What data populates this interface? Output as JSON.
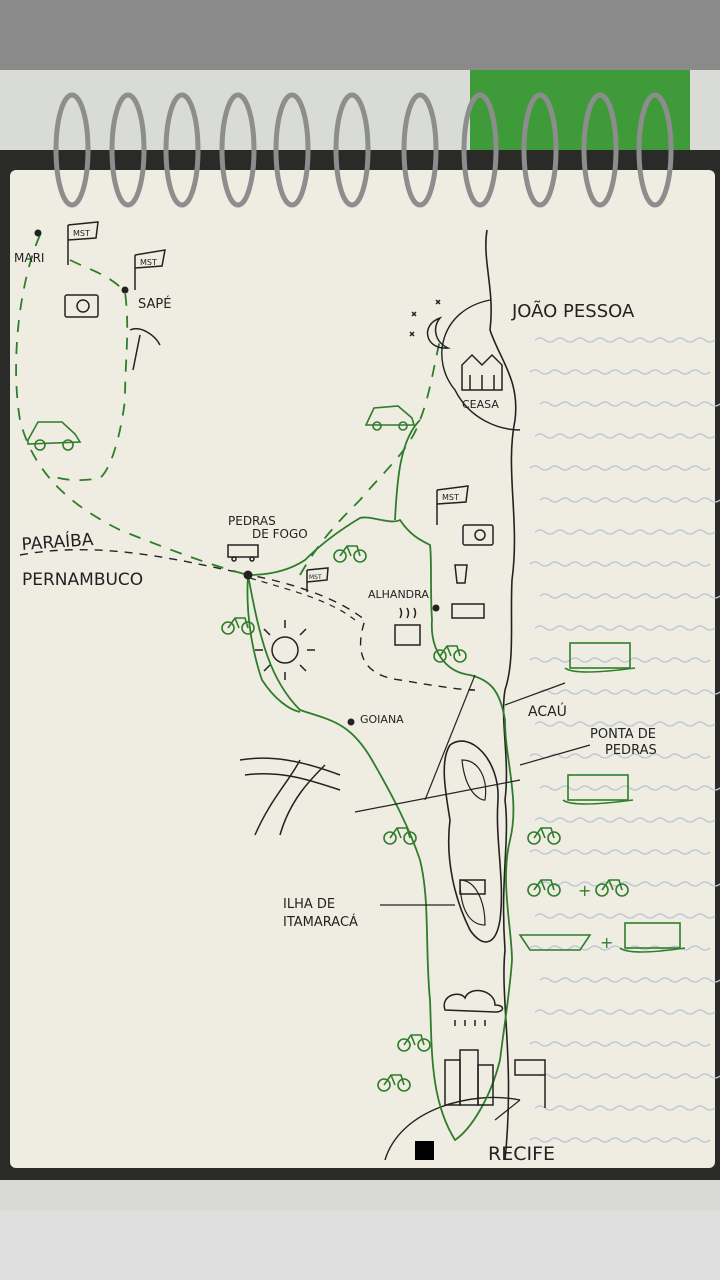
{
  "map": {
    "places": {
      "mari": "MARI",
      "sape": "SAPÉ",
      "paraiba": "PARAÍBA",
      "pernambuco": "PERNAMBUCO",
      "pedras_de_fogo_1": "PEDRAS",
      "pedras_de_fogo_2": "DE FOGO",
      "alhandra": "ALHANDRA",
      "goiana": "GOIANA",
      "joao_pessoa": "JOÃO PESSOA",
      "ceasa": "CEASA",
      "acau": "ACAÚ",
      "ponta_de_pedras_1": "PONTA DE",
      "ponta_de_pedras_2": "PEDRAS",
      "itamaraca_1": "ILHA DE",
      "itamaraca_2": "ITAMARACÁ",
      "recife": "RECIFE"
    },
    "flag_label": "MST",
    "plus": "+",
    "colors": {
      "route": "#2f7d2a",
      "ink": "#1a1a1a",
      "paper": "#efede2",
      "water": "#b9c6d6"
    }
  }
}
